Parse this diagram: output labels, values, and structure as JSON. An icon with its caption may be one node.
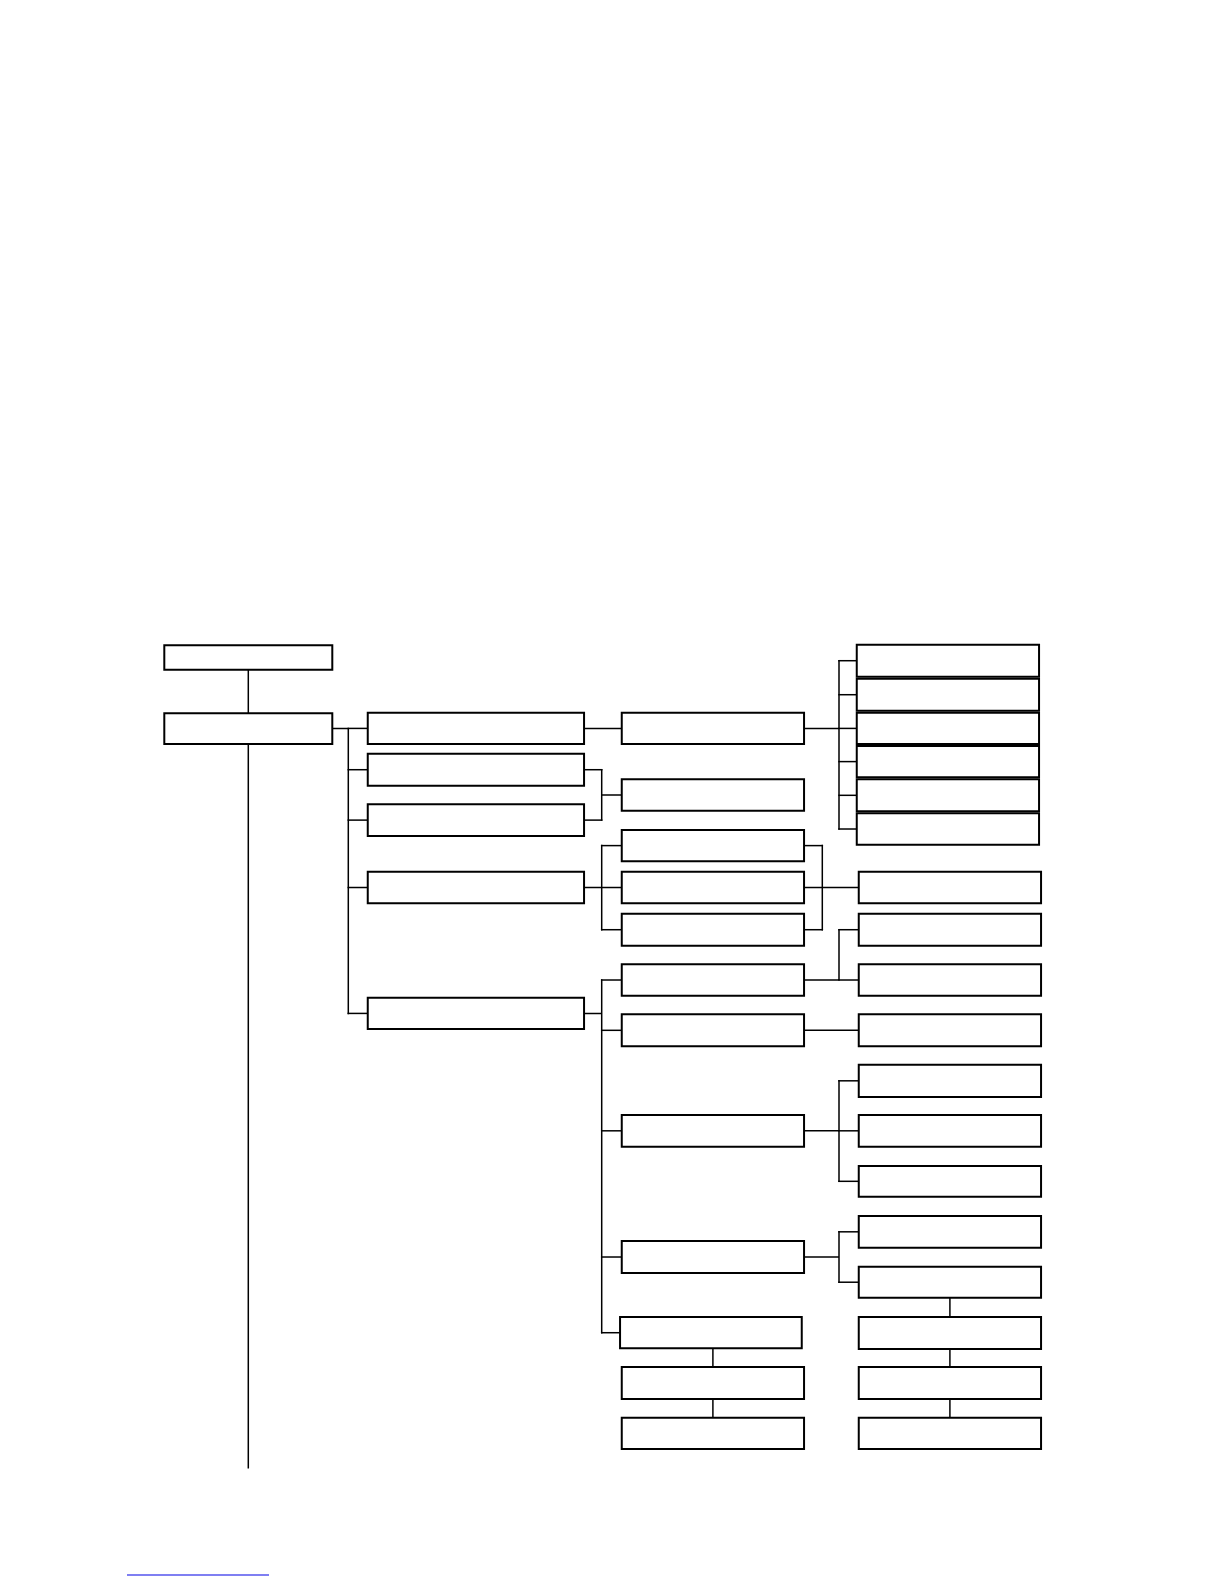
{
  "diagram": {
    "nodes": [
      {
        "text": [],
        "shape": "box"
      },
      {
        "text": [],
        "shape": "box"
      },
      {
        "text": [],
        "shape": "box"
      },
      {
        "text": [],
        "shape": "box"
      },
      {
        "text": [],
        "shape": "box"
      },
      {
        "text": [],
        "shape": "box"
      },
      {
        "text": [],
        "shape": "box"
      },
      {
        "text": [],
        "shape": "box"
      },
      {
        "text": [],
        "shape": "box"
      },
      {
        "text": [],
        "shape": "box"
      },
      {
        "text": [],
        "shape": "box"
      },
      {
        "text": [],
        "shape": "box"
      },
      {
        "text": [],
        "shape": "box"
      },
      {
        "text": [],
        "shape": "box"
      },
      {
        "text": [],
        "shape": "box"
      },
      {
        "text": [],
        "shape": "box"
      },
      {
        "text": [],
        "shape": "box"
      },
      {
        "text": [],
        "shape": "box"
      },
      {
        "text": [],
        "shape": "box"
      },
      {
        "text": [],
        "shape": "box"
      },
      {
        "text": [],
        "shape": "box"
      },
      {
        "text": [],
        "shape": "box"
      },
      {
        "text": [],
        "shape": "box"
      },
      {
        "text": [],
        "shape": "box"
      },
      {
        "text": [],
        "shape": "box"
      },
      {
        "text": [],
        "shape": "box"
      },
      {
        "text": [],
        "shape": "box"
      },
      {
        "text": [],
        "shape": "box"
      },
      {
        "text": [],
        "shape": "box"
      },
      {
        "text": [],
        "shape": "box"
      },
      {
        "text": [],
        "shape": "box"
      },
      {
        "text": [],
        "shape": "box"
      },
      {
        "text": [],
        "shape": "box"
      },
      {
        "text": [],
        "shape": "box"
      },
      {
        "text": [],
        "shape": "box"
      },
      {
        "text": [],
        "shape": "box"
      },
      {
        "text": [],
        "shape": "box"
      }
    ],
    "edges": [
      {
        "from": 0,
        "to": 1,
        "arrow": "none"
      },
      {
        "from": 1,
        "to": null,
        "arrow": "none"
      },
      {
        "from": 1,
        "to": 2,
        "arrow": "none"
      },
      {
        "from": 1,
        "to": 3,
        "arrow": "none"
      },
      {
        "from": 1,
        "to": 4,
        "arrow": "none"
      },
      {
        "from": 1,
        "to": 5,
        "arrow": "none"
      },
      {
        "from": 1,
        "to": 6,
        "arrow": "none"
      },
      {
        "from": 2,
        "to": 7,
        "arrow": "none"
      },
      {
        "from": 7,
        "to": 19,
        "arrow": "none"
      },
      {
        "from": 7,
        "to": 20,
        "arrow": "none"
      },
      {
        "from": 7,
        "to": 21,
        "arrow": "none"
      },
      {
        "from": 7,
        "to": 22,
        "arrow": "none"
      },
      {
        "from": 7,
        "to": 23,
        "arrow": "none"
      },
      {
        "from": 7,
        "to": 24,
        "arrow": "none"
      },
      {
        "from": 3,
        "to": 8,
        "arrow": "none"
      },
      {
        "from": 4,
        "to": 8,
        "arrow": "none"
      },
      {
        "from": 5,
        "to": 9,
        "arrow": "none"
      },
      {
        "from": 5,
        "to": 10,
        "arrow": "none"
      },
      {
        "from": 5,
        "to": 11,
        "arrow": "none"
      },
      {
        "from": 9,
        "to": 25,
        "arrow": "none"
      },
      {
        "from": 10,
        "to": 25,
        "arrow": "none"
      },
      {
        "from": 11,
        "to": 25,
        "arrow": "none"
      },
      {
        "from": 6,
        "to": 12,
        "arrow": "none"
      },
      {
        "from": 6,
        "to": 13,
        "arrow": "none"
      },
      {
        "from": 6,
        "to": 14,
        "arrow": "none"
      },
      {
        "from": 6,
        "to": 15,
        "arrow": "none"
      },
      {
        "from": 6,
        "to": 16,
        "arrow": "none"
      },
      {
        "from": 12,
        "to": 26,
        "arrow": "none"
      },
      {
        "from": 12,
        "to": 27,
        "arrow": "none"
      },
      {
        "from": 13,
        "to": 28,
        "arrow": "none"
      },
      {
        "from": 14,
        "to": 29,
        "arrow": "none"
      },
      {
        "from": 14,
        "to": 30,
        "arrow": "none"
      },
      {
        "from": 14,
        "to": 31,
        "arrow": "none"
      },
      {
        "from": 15,
        "to": 32,
        "arrow": "none"
      },
      {
        "from": 15,
        "to": 33,
        "arrow": "none"
      },
      {
        "from": 33,
        "to": 34,
        "arrow": "none"
      },
      {
        "from": 34,
        "to": 35,
        "arrow": "none"
      },
      {
        "from": 35,
        "to": 36,
        "arrow": "none"
      },
      {
        "from": 16,
        "to": 17,
        "arrow": "none"
      },
      {
        "from": 17,
        "to": 18,
        "arrow": "none"
      }
    ]
  }
}
